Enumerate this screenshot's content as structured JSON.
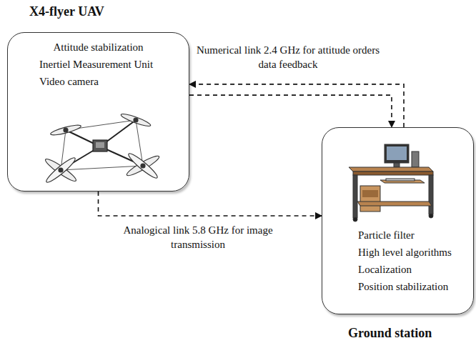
{
  "diagram": {
    "nodes": [
      {
        "text": [
          "X4-flyer UAV",
          "Attitude stabilization",
          "Inertiel Measurement Unit",
          "Video camera"
        ]
      },
      {
        "text": [
          "Particle filter",
          "High level algorithms",
          "Localization",
          "Position stabilization",
          "Ground station"
        ]
      }
    ],
    "edges": [
      {
        "from": 1,
        "to": 0,
        "arrow": "to",
        "label": "Numerical link 2.4 GHz for attitude orders data feedback"
      },
      {
        "from": 0,
        "to": 1,
        "arrow": "to"
      },
      {
        "from": 0,
        "to": 1,
        "arrow": "to",
        "label": "Analogical link 5.8 GHz for image transmission"
      }
    ]
  }
}
